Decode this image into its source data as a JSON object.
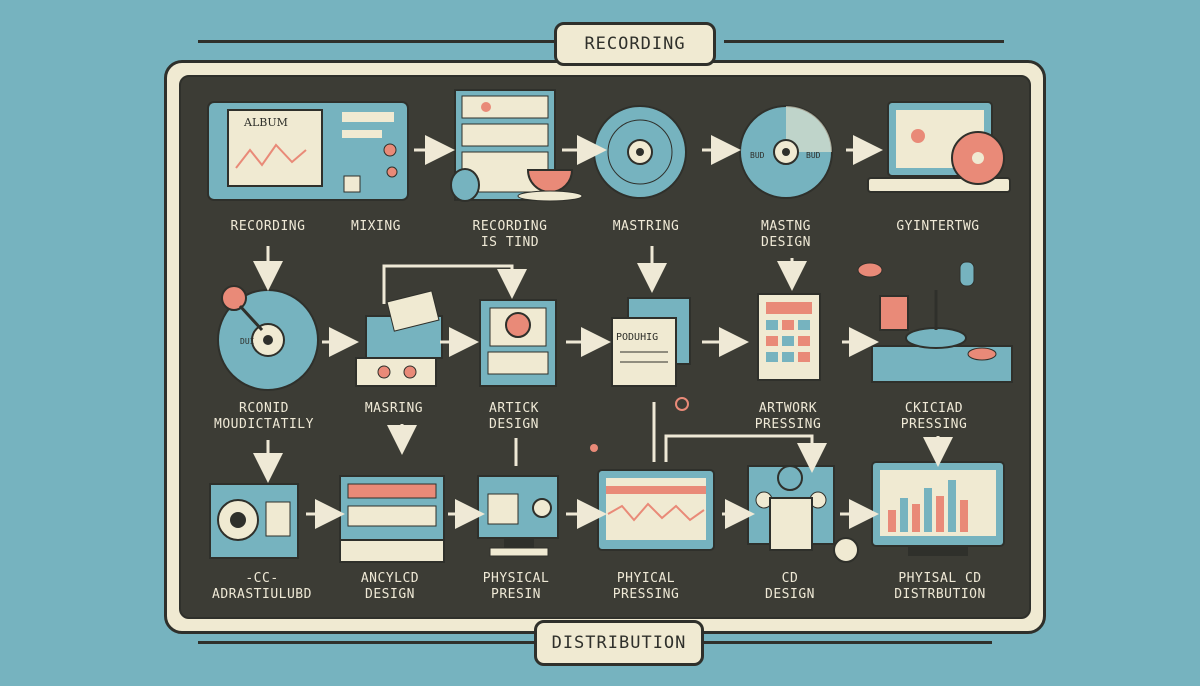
{
  "title_top": "RECORDING",
  "title_bottom": "DISTRIBUTION",
  "album_card": "ALBUM",
  "poster_text": "PODUHIG",
  "disc_text": "DUI",
  "disc_side_left": "BUD",
  "disc_side_right": "BUD",
  "row1": [
    {
      "l1": "RECORDING",
      "l2": ""
    },
    {
      "l1": "MIXING",
      "l2": ""
    },
    {
      "l1": "RECORDING",
      "l2": "IS TIND"
    },
    {
      "l1": "MASTRING",
      "l2": ""
    },
    {
      "l1": "MASTNG",
      "l2": "DESIGN"
    },
    {
      "l1": "GYINTERTWG",
      "l2": ""
    }
  ],
  "row2": [
    {
      "l1": "RCONID",
      "l2": "MOUDICTATILY"
    },
    {
      "l1": "MASRING",
      "l2": ""
    },
    {
      "l1": "ARTICK",
      "l2": "DESIGN"
    },
    {
      "l1": "ARTWORK",
      "l2": "PRESSING"
    },
    {
      "l1": "CKICIAD",
      "l2": "PRESSING"
    }
  ],
  "row3": [
    {
      "l1": "-CC-",
      "l2": "ADRASTIULUBD"
    },
    {
      "l1": "ANCYLCD",
      "l2": "DESIGN"
    },
    {
      "l1": "PHYSICAL",
      "l2": "PRESIN"
    },
    {
      "l1": "PHYICAL",
      "l2": "PRESSING"
    },
    {
      "l1": "CD",
      "l2": "DESIGN"
    },
    {
      "l1": "PHYISAL CD",
      "l2": "DISTRBUTION"
    }
  ],
  "colors": {
    "teal": "#76b3bf",
    "board": "#3c3c35",
    "cream": "#f0ead2",
    "coral": "#e98a78",
    "ink": "#2f302b"
  }
}
